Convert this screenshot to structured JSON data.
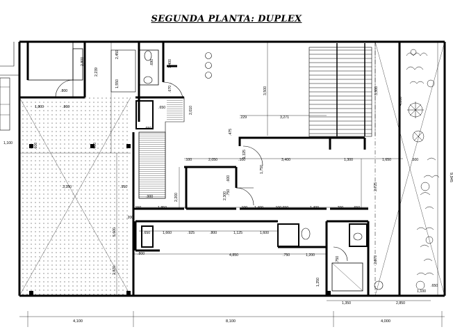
{
  "title": "SEGUNDA PLANTA: DUPLEX",
  "dimensions": {
    "bottom": [
      "4,100",
      "8,100",
      "4,000"
    ],
    "right_total": "9,945",
    "labels": [
      "1,800",
      ".860",
      "1,100",
      "3,350",
      ".950",
      ".650",
      ".800",
      "2,239",
      "1,550",
      "2,450",
      "2,800",
      ".690",
      "1,400",
      ".670",
      ".650",
      "2,010",
      "2,200",
      "2,300",
      ".229",
      "3,271",
      ".475",
      "1,325",
      ".100",
      "2,050",
      ".100",
      "3,400",
      "1,300",
      "1,650",
      ".500",
      ".600",
      ".750",
      "2,725",
      "1,850",
      ".150",
      ".100",
      "1,400",
      ".100",
      ".650",
      ".700",
      ".650",
      "1,400",
      "1,660",
      ".925",
      ".800",
      "1,125",
      "1,600",
      "4,850",
      ".750",
      "1,200",
      ".750",
      "2,870",
      "1,250",
      "1,350",
      "2,850",
      "3,500",
      "4,200",
      "3,500",
      ".650",
      ".800",
      ".900",
      "5,600",
      "2,870",
      ".200",
      ".650",
      "1,100",
      "1,750",
      ".400",
      ".600"
    ]
  }
}
